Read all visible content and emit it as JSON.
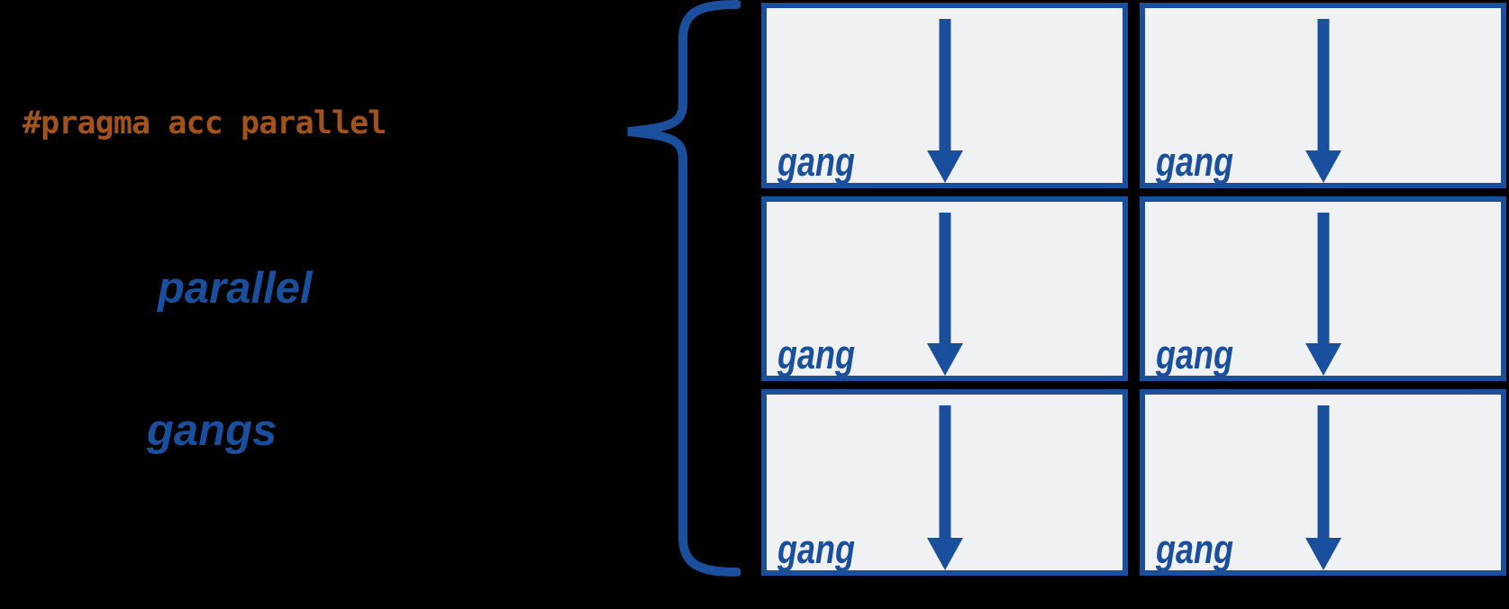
{
  "colors": {
    "blue": "#1a4f9e",
    "orange": "#a2531d",
    "box_fill": "#f0f1f3",
    "background": "#000000"
  },
  "code_annotation": {
    "text": "#pragma acc parallel"
  },
  "labels": {
    "parallel": "parallel",
    "gangs": "gangs"
  },
  "icons": {
    "brace": "curly-brace",
    "arrow": "down-arrow"
  },
  "grid": {
    "rows": 3,
    "cols": 2,
    "cells": [
      {
        "label": "gang"
      },
      {
        "label": "gang"
      },
      {
        "label": "gang"
      },
      {
        "label": "gang"
      },
      {
        "label": "gang"
      },
      {
        "label": "gang"
      }
    ]
  }
}
